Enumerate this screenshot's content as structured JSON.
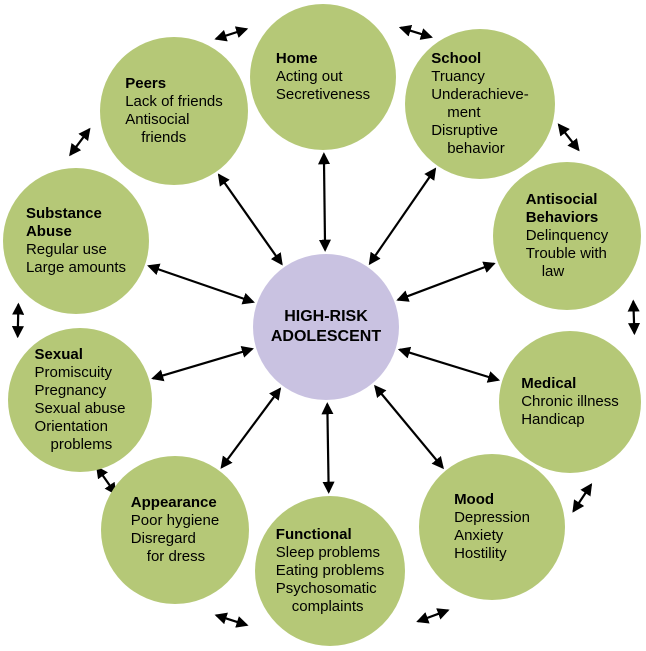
{
  "center": {
    "title_lines": [
      "HIGH-RISK",
      "ADOLESCENT"
    ]
  },
  "nodes": [
    {
      "id": "home",
      "title_lines": [
        "Home"
      ],
      "body_lines": [
        "Acting out",
        "Secretiveness"
      ]
    },
    {
      "id": "school",
      "title_lines": [
        "School"
      ],
      "body_lines": [
        "Truancy",
        "Underachieve-",
        "ment",
        "Disruptive",
        "behavior"
      ]
    },
    {
      "id": "antisocial-behaviors",
      "title_lines": [
        "Antisocial",
        "Behaviors"
      ],
      "body_lines": [
        "Delinquency",
        "Trouble with",
        "law"
      ]
    },
    {
      "id": "medical",
      "title_lines": [
        "Medical"
      ],
      "body_lines": [
        "Chronic illness",
        "Handicap"
      ]
    },
    {
      "id": "mood",
      "title_lines": [
        "Mood"
      ],
      "body_lines": [
        "Depression",
        "Anxiety",
        "Hostility"
      ]
    },
    {
      "id": "functional",
      "title_lines": [
        "Functional"
      ],
      "body_lines": [
        "Sleep problems",
        "Eating problems",
        "Psychosomatic",
        "complaints"
      ]
    },
    {
      "id": "appearance",
      "title_lines": [
        "Appearance"
      ],
      "body_lines": [
        "Poor hygiene",
        "Disregard",
        "for dress"
      ]
    },
    {
      "id": "sexual",
      "title_lines": [
        "Sexual"
      ],
      "body_lines": [
        "Promiscuity",
        "Pregnancy",
        "Sexual abuse",
        "Orientation",
        "problems"
      ]
    },
    {
      "id": "substance-abuse",
      "title_lines": [
        "Substance",
        "Abuse"
      ],
      "body_lines": [
        "Regular use",
        "Large amounts"
      ]
    },
    {
      "id": "peers",
      "title_lines": [
        "Peers"
      ],
      "body_lines": [
        "Lack of friends",
        "Antisocial",
        "friends"
      ]
    }
  ],
  "colors": {
    "node_fill": "#b5c877",
    "center_fill": "#c9c2e1",
    "arrow": "#000000",
    "text": "#000000",
    "background": "#ffffff"
  }
}
